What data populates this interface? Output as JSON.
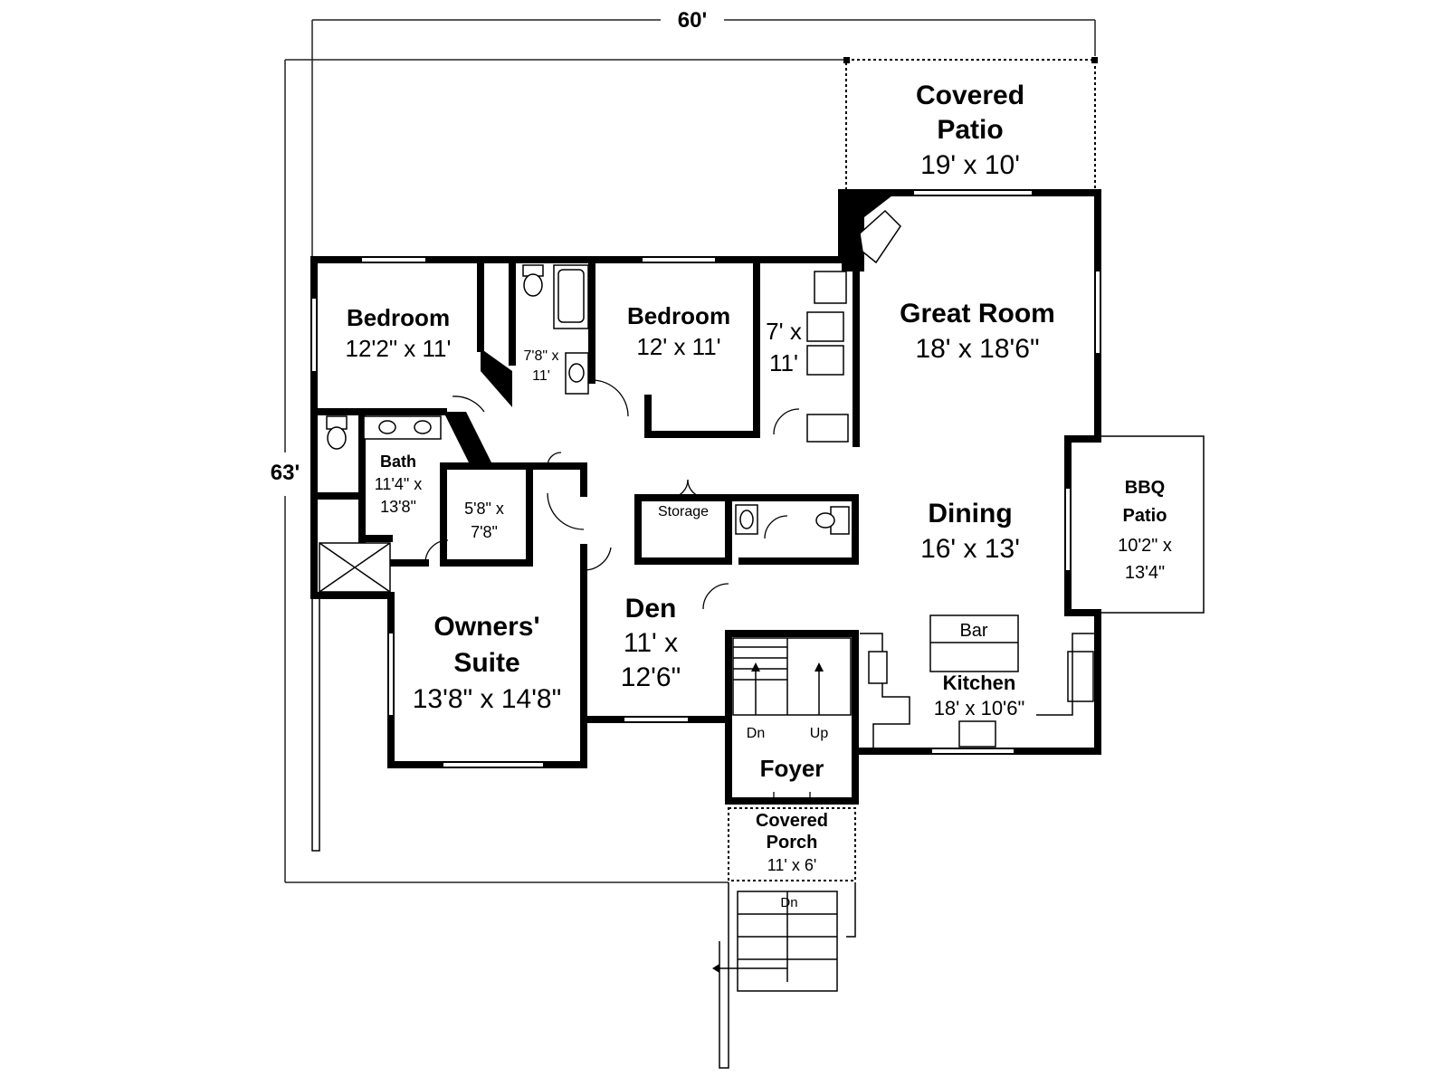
{
  "dimensions": {
    "width": "60'",
    "depth": "63'"
  },
  "rooms": {
    "covered_patio": {
      "line1": "Covered",
      "line2": "Patio",
      "size": "19' x 10'"
    },
    "bedroom_left": {
      "name": "Bedroom",
      "size": "12'2\" x 11'"
    },
    "bath_small": {
      "line1": "7'8\" x",
      "line2": "11'"
    },
    "bedroom_mid": {
      "name": "Bedroom",
      "size": "12' x 11'"
    },
    "laundry": {
      "line1": "7' x",
      "line2": "11'"
    },
    "great_room": {
      "name": "Great Room",
      "size": "18' x 18'6\""
    },
    "bath_owner": {
      "name": "Bath",
      "line1": "11'4\" x",
      "line2": "13'8\""
    },
    "closet": {
      "line1": "5'8\" x",
      "line2": "7'8\""
    },
    "storage": {
      "name": "Storage"
    },
    "dining": {
      "name": "Dining",
      "size": "16' x 13'"
    },
    "bbq_patio": {
      "line1": "BBQ",
      "line2": "Patio",
      "line3": "10'2\" x",
      "line4": "13'4\""
    },
    "owners_suite": {
      "line1": "Owners'",
      "line2": "Suite",
      "size": "13'8\" x 14'8\""
    },
    "den": {
      "name": "Den",
      "line1": "11' x",
      "line2": "12'6\""
    },
    "bar": {
      "name": "Bar"
    },
    "kitchen": {
      "name": "Kitchen",
      "size": "18' x 10'6\""
    },
    "foyer": {
      "name": "Foyer"
    },
    "covered_porch": {
      "line1": "Covered",
      "line2": "Porch",
      "size": "11' x 6'"
    }
  },
  "stairs": {
    "down": "Dn",
    "up": "Up",
    "exterior_down": "Dn"
  }
}
